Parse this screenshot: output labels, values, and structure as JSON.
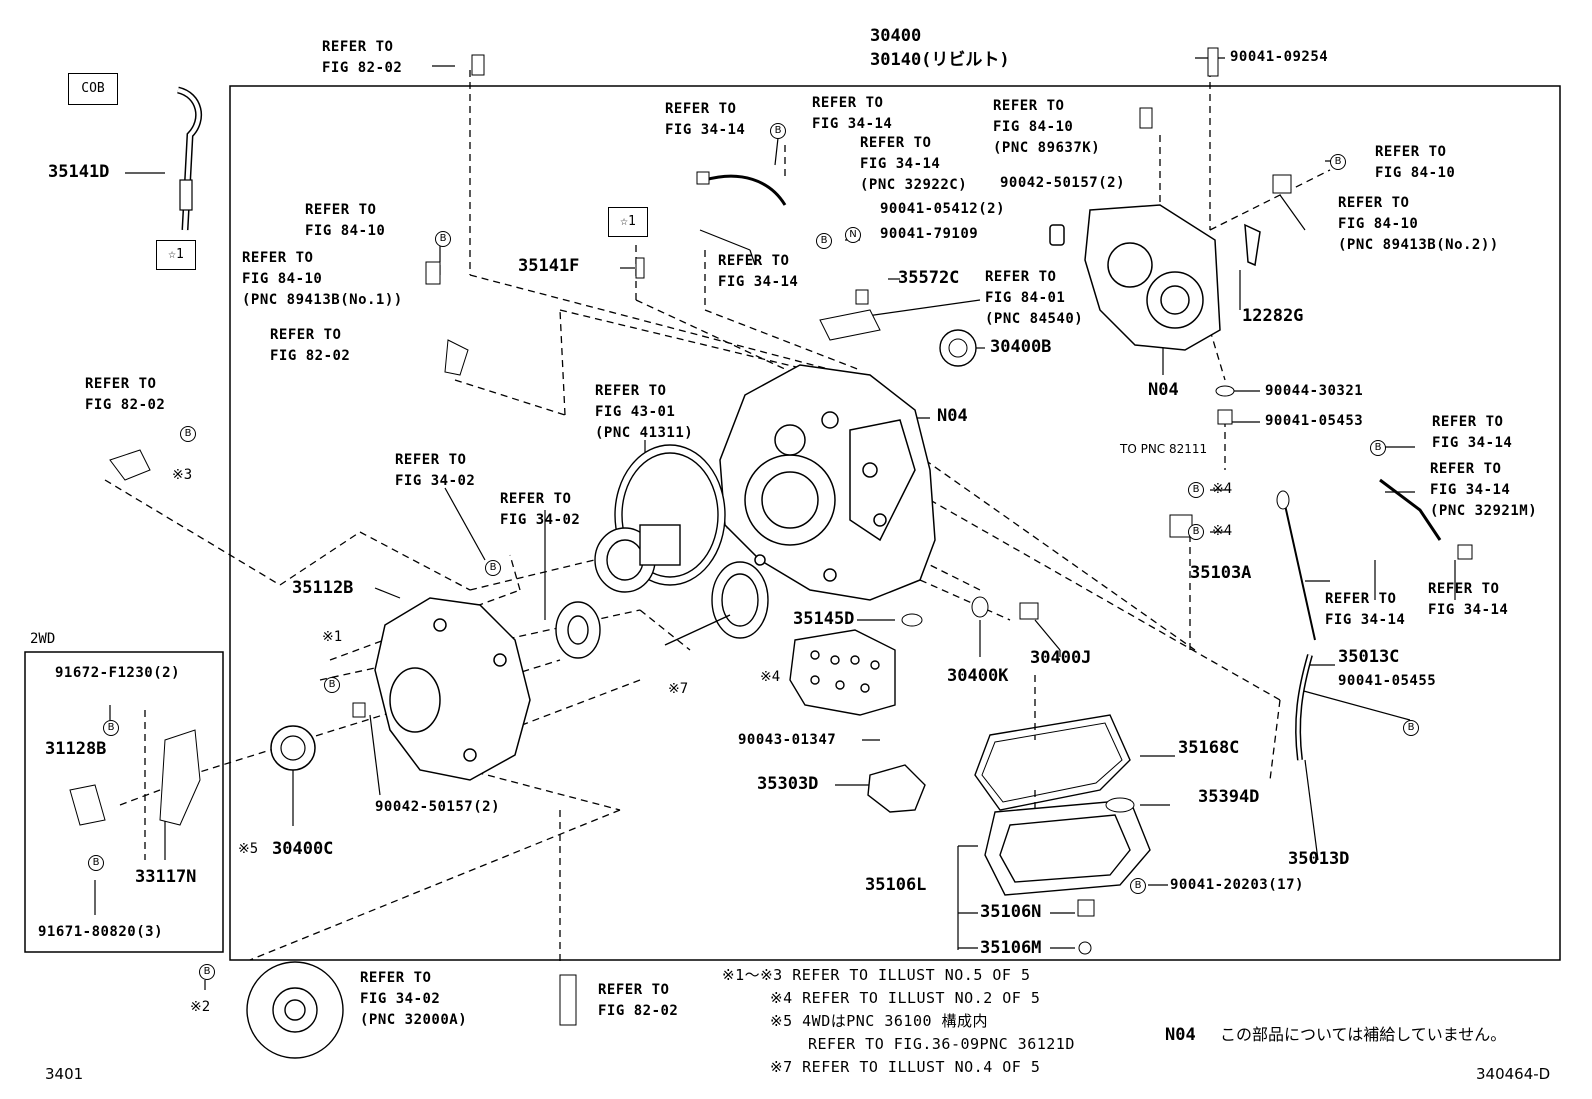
{
  "top": {
    "assembly_no": "30400",
    "assembly_rebuilt": "30140(リビルト)"
  },
  "cob_box": "COB",
  "star_box_1": "☆1",
  "star_box_2": "☆1",
  "two_wd_label": "2WD",
  "parts": {
    "p35141D": "35141D",
    "p35141F": "35141F",
    "p35572C": "35572C",
    "p30400B": "30400B",
    "p12282G": "12282G",
    "pN04a": "N04",
    "pN04b": "N04",
    "p35112B": "35112B",
    "p35145D": "35145D",
    "p30400K": "30400K",
    "p30400J": "30400J",
    "p35103A": "35103A",
    "p35013C": "35013C",
    "p35013D": "35013D",
    "p35168C": "35168C",
    "p35303D": "35303D",
    "p35394D": "35394D",
    "p35106L": "35106L",
    "p35106N": "35106N",
    "p35106M": "35106M",
    "p30400C": "30400C",
    "p31128B": "31128B",
    "p33117N": "33117N"
  },
  "small_parts": {
    "s90041_09254": "90041-09254",
    "s90042_50157_top": "90042-50157(2)",
    "s90041_05412": "90041-05412(2)",
    "s90041_79109": "90041-79109",
    "s90044_30321": "90044-30321",
    "s90041_05453": "90041-05453",
    "s90041_05455": "90041-05455",
    "s90043_01347": "90043-01347",
    "s90041_20203": "90041-20203(17)",
    "s90042_50157_bot": "90042-50157(2)",
    "s91672": "91672-F1230(2)",
    "s91671": "91671-80820(3)",
    "to_pnc": "TO PNC 82111"
  },
  "refs": {
    "r_82_02_top": [
      "REFER TO",
      "FIG 82-02"
    ],
    "r_34_14_a": [
      "REFER TO",
      "FIG 34-14"
    ],
    "r_34_14_b": [
      "REFER TO",
      "FIG 34-14"
    ],
    "r_34_14_c": [
      "REFER TO",
      "FIG 34-14",
      "(PNC 32922C)"
    ],
    "r_34_14_d": [
      "REFER TO",
      "FIG 34-14"
    ],
    "r_84_10_a": [
      "REFER TO",
      "FIG 84-10",
      "(PNC 89637K)"
    ],
    "r_84_10_b": [
      "REFER TO",
      "FIG 84-10"
    ],
    "r_84_10_c": [
      "REFER TO",
      "FIG 84-10",
      "(PNC 89413B(No.2))"
    ],
    "r_84_10_d": [
      "REFER TO",
      "FIG 84-10"
    ],
    "r_84_10_e": [
      "REFER TO",
      "FIG 84-10",
      "(PNC 89413B(No.1))"
    ],
    "r_82_02_mid": [
      "REFER TO",
      "FIG 82-02"
    ],
    "r_84_01": [
      "REFER TO",
      "FIG 84-01",
      "(PNC 84540)"
    ],
    "r_82_02_left": [
      "REFER TO",
      "FIG 82-02"
    ],
    "r_43_01": [
      "REFER TO",
      "FIG 43-01",
      "(PNC 41311)"
    ],
    "r_34_02_a": [
      "REFER TO",
      "FIG 34-02"
    ],
    "r_34_02_b": [
      "REFER TO",
      "FIG 34-02"
    ],
    "r_34_14_e": [
      "REFER TO",
      "FIG 34-14"
    ],
    "r_34_14_f": [
      "REFER TO",
      "FIG 34-14",
      "(PNC 32921M)"
    ],
    "r_34_14_g": [
      "REFER TO",
      "FIG 34-14"
    ],
    "r_34_14_h": [
      "REFER TO",
      "FIG 34-14"
    ],
    "r_34_02_c": [
      "REFER TO",
      "FIG 34-02",
      "(PNC 32000A)"
    ],
    "r_82_02_bot": [
      "REFER TO",
      "FIG 82-02"
    ]
  },
  "marks": {
    "m3": "※3",
    "m4a": "※4",
    "m4b": "※4",
    "m4c": "※4",
    "m1": "※1",
    "m7": "※7",
    "m5": "※5",
    "m2": "※2"
  },
  "circle_letters": {
    "B": "B",
    "N": "N"
  },
  "notes": [
    "※1～※3 REFER TO ILLUST NO.5 OF 5",
    "※4 REFER TO ILLUST NO.2 OF 5",
    "※5 4WDはPNC 36100 構成内",
    "REFER TO FIG.36-09PNC 36121D",
    "※7 REFER TO ILLUST NO.4 OF 5"
  ],
  "n04_note": {
    "code": "N04",
    "text": "この部品については補給していません。"
  },
  "footer": {
    "left": "3401",
    "right": "340464-D"
  }
}
